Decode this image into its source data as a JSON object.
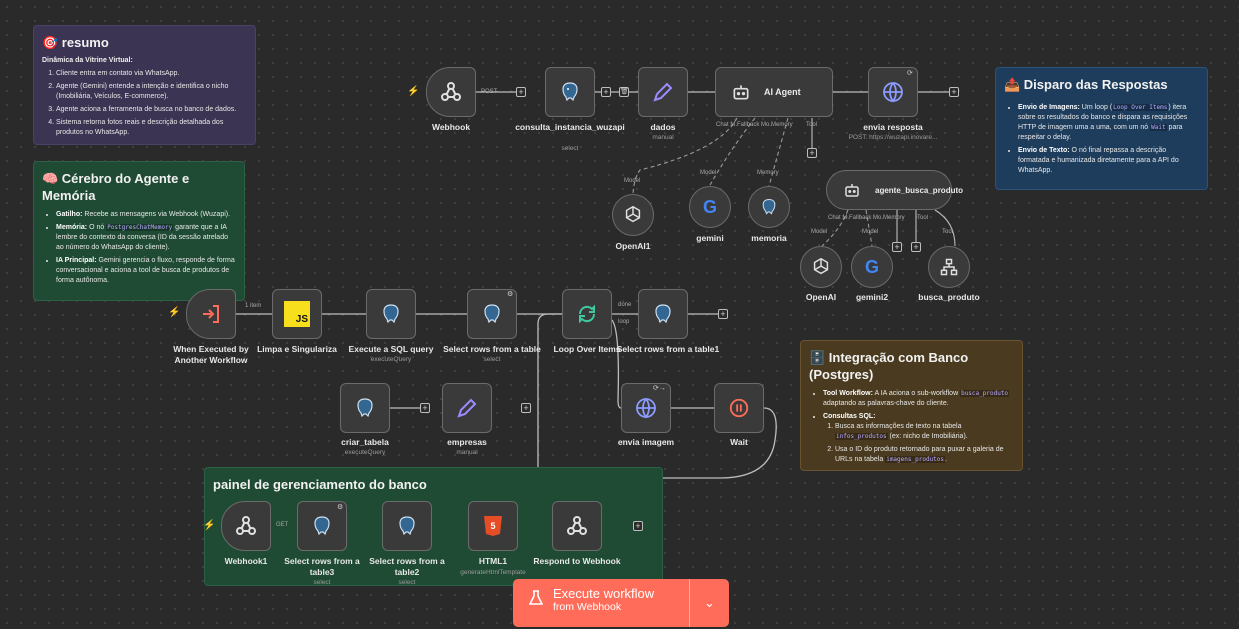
{
  "notes": {
    "resumo": {
      "title": "🎯 resumo",
      "subtitle": "Dinâmica da Vitrine Virtual:",
      "items": [
        "Cliente entra em contato via WhatsApp.",
        "Agente (Gemini) entende a intenção e identifica o nicho (Imobiliária, Veículos, E-commerce).",
        "Agente aciona a ferramenta de busca no banco de dados.",
        "Sistema retorna fotos reais e descrição detalhada dos produtos no WhatsApp."
      ]
    },
    "cerebro": {
      "title": "🧠 Cérebro do Agente e Memória",
      "items": [
        {
          "bold": "Gatilho:",
          "text": " Recebe as mensagens via Webhook (Wuzapi)."
        },
        {
          "bold": "Memória:",
          "text": " O nó ",
          "code": "PostgresChatMemory",
          "text2": " garante que a IA lembre do contexto da conversa (ID da sessão atrelado ao número do WhatsApp do cliente)."
        },
        {
          "bold": "IA Principal:",
          "text": " Gemini gerencia o fluxo, responde de forma conversacional e aciona a tool de busca de produtos de forma autônoma."
        }
      ]
    },
    "disparo": {
      "title": "📤 Disparo das Respostas",
      "items": [
        {
          "bold": "Envio de Imagens:",
          "text": " Um loop (",
          "code": "Loop Over Items",
          "text2": ") itera sobre os resultados do banco e dispara as requisições HTTP de imagem uma a uma, com um nó ",
          "code2": "Wait",
          "text3": " para respeitar o delay."
        },
        {
          "bold": "Envio de Texto:",
          "text": " O nó final repassa a descrição formatada e humanizada diretamente para a API do WhatsApp."
        }
      ]
    },
    "integracao": {
      "title": "🗄️ Integração com Banco (Postgres)",
      "tool_bold": "Tool Workflow:",
      "tool_text": " A IA aciona o sub-workflow ",
      "tool_code": "busca_produto",
      "tool_text2": " adaptando as palavras-chave do cliente.",
      "sql_bold": "Consultas SQL:",
      "sql_items": [
        {
          "text": "Busca as informações de texto na tabela ",
          "code": "infos_produtos",
          "text2": " (ex: nicho de Imobiliária)."
        },
        {
          "text": "Usa o ID do produto retornado para puxar a galeria de URLs na tabela ",
          "code": "imagens_produtos",
          "text2": "."
        }
      ]
    },
    "painel": {
      "title": "painel de gerenciamento do banco"
    }
  },
  "nodes": {
    "webhook": {
      "label": "Webhook",
      "icon": "webhook-icon"
    },
    "consulta": {
      "label": "consulta_instancia_wuzapi",
      "sub": "select",
      "icon": "postgres-icon"
    },
    "dados": {
      "label": "dados",
      "sub": "manual",
      "icon": "pencil-icon"
    },
    "ai_agent": {
      "label": "AI Agent",
      "icon": "robot-icon"
    },
    "envia_resposta": {
      "label": "envia resposta",
      "sub": "POST: https://wuzapi.inovare...",
      "icon": "globe-icon"
    },
    "openai1": {
      "label": "OpenAI1",
      "icon": "openai-icon"
    },
    "gemini": {
      "label": "gemini",
      "icon": "google-icon"
    },
    "memoria": {
      "label": "memoria",
      "icon": "postgres-icon"
    },
    "agente_busca": {
      "label": "agente_busca_produto",
      "icon": "robot-icon"
    },
    "openai": {
      "label": "OpenAI",
      "icon": "openai-icon"
    },
    "gemini2": {
      "label": "gemini2",
      "icon": "google-icon"
    },
    "busca_produto": {
      "label": "busca_produto",
      "icon": "workflow-icon"
    },
    "exec_another": {
      "label": "When Executed by Another Workflow",
      "icon": "sign-in-icon"
    },
    "limpa": {
      "label": "Limpa e Singulariza",
      "icon": "js-icon"
    },
    "execute_sql": {
      "label": "Execute a SQL query",
      "sub": "executeQuery",
      "icon": "postgres-icon"
    },
    "select_rows": {
      "label": "Select rows from a table",
      "sub": "select",
      "icon": "postgres-icon"
    },
    "loop": {
      "label": "Loop Over Items",
      "icon": "loop-icon"
    },
    "select_rows1": {
      "label": "Select rows from a table1",
      "icon": "postgres-icon"
    },
    "criar_tabela": {
      "label": "criar_tabela",
      "sub": "executeQuery",
      "icon": "postgres-icon"
    },
    "empresas": {
      "label": "empresas",
      "sub": "manual",
      "icon": "pencil-icon"
    },
    "envia_imagem": {
      "label": "envia imagem",
      "icon": "globe-icon"
    },
    "wait": {
      "label": "Wait",
      "icon": "pause-icon"
    },
    "webhook1": {
      "label": "Webhook1",
      "icon": "webhook-icon"
    },
    "select_rows3": {
      "label": "Select rows from a table3",
      "sub": "select",
      "icon": "postgres-icon"
    },
    "select_rows2": {
      "label": "Select rows from a table2",
      "sub": "select",
      "icon": "postgres-icon"
    },
    "html1": {
      "label": "HTML1",
      "sub": "generateHtmlTemplate",
      "icon": "html-icon"
    },
    "respond": {
      "label": "Respond to Webhook",
      "icon": "webhook-icon"
    }
  },
  "connector_labels": {
    "post": "POST",
    "get": "GET",
    "one_item": "1 item",
    "done": "done",
    "loop": "loop",
    "model": "Model",
    "memory": "Memory",
    "tool": "Tool",
    "agent_ports": "Chat M.Fallback Mo.Memory",
    "agent2_ports": "Chat M.Fallback Mo.Memory"
  },
  "execute": {
    "title": "Execute workflow",
    "subtitle": "from Webhook"
  },
  "colors": {
    "accent": "#ff6d5a",
    "node_bg": "#3a3a3a",
    "postgres": "#336791",
    "js": "#f7df1e",
    "google_blue": "#4285f4"
  }
}
